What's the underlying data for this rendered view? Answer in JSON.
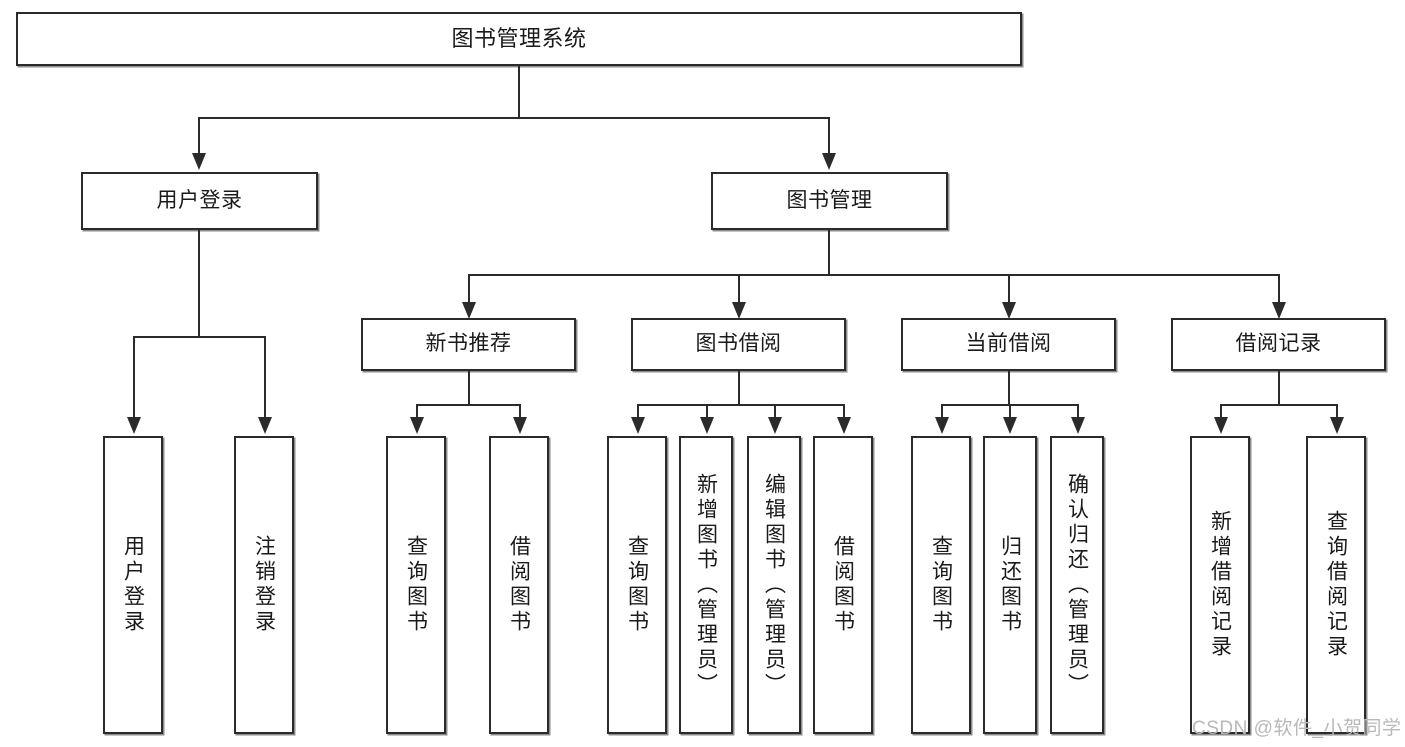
{
  "diagram": {
    "title": "图书管理系统",
    "watermark": "CSDN @软件_小贺同学",
    "colors": {
      "stroke": "#2b2b2b",
      "fill": "#ffffff",
      "text": "#1a1a1a",
      "shadow": "#8d8d8d",
      "watermark": "#b9b9b9"
    }
  },
  "root": {
    "label": "图书管理系统"
  },
  "level2": [
    {
      "label": "用户登录"
    },
    {
      "label": "图书管理"
    }
  ],
  "level3": [
    {
      "label": "新书推荐"
    },
    {
      "label": "图书借阅"
    },
    {
      "label": "当前借阅"
    },
    {
      "label": "借阅记录"
    }
  ],
  "leaves": {
    "user_login": [
      {
        "label": "用户登录"
      },
      {
        "label": "注销登录"
      }
    ],
    "new_book_recommend": [
      {
        "label": "查询图书"
      },
      {
        "label": "借阅图书"
      }
    ],
    "book_borrow": [
      {
        "label": "查询图书"
      },
      {
        "label": "新增图书（管理员）"
      },
      {
        "label": "编辑图书（管理员）"
      },
      {
        "label": "借阅图书"
      }
    ],
    "current_borrow": [
      {
        "label": "查询图书"
      },
      {
        "label": "归还图书"
      },
      {
        "label": "确认归还（管理员）"
      }
    ],
    "borrow_record": [
      {
        "label": "新增借阅记录"
      },
      {
        "label": "查询借阅记录"
      }
    ]
  }
}
